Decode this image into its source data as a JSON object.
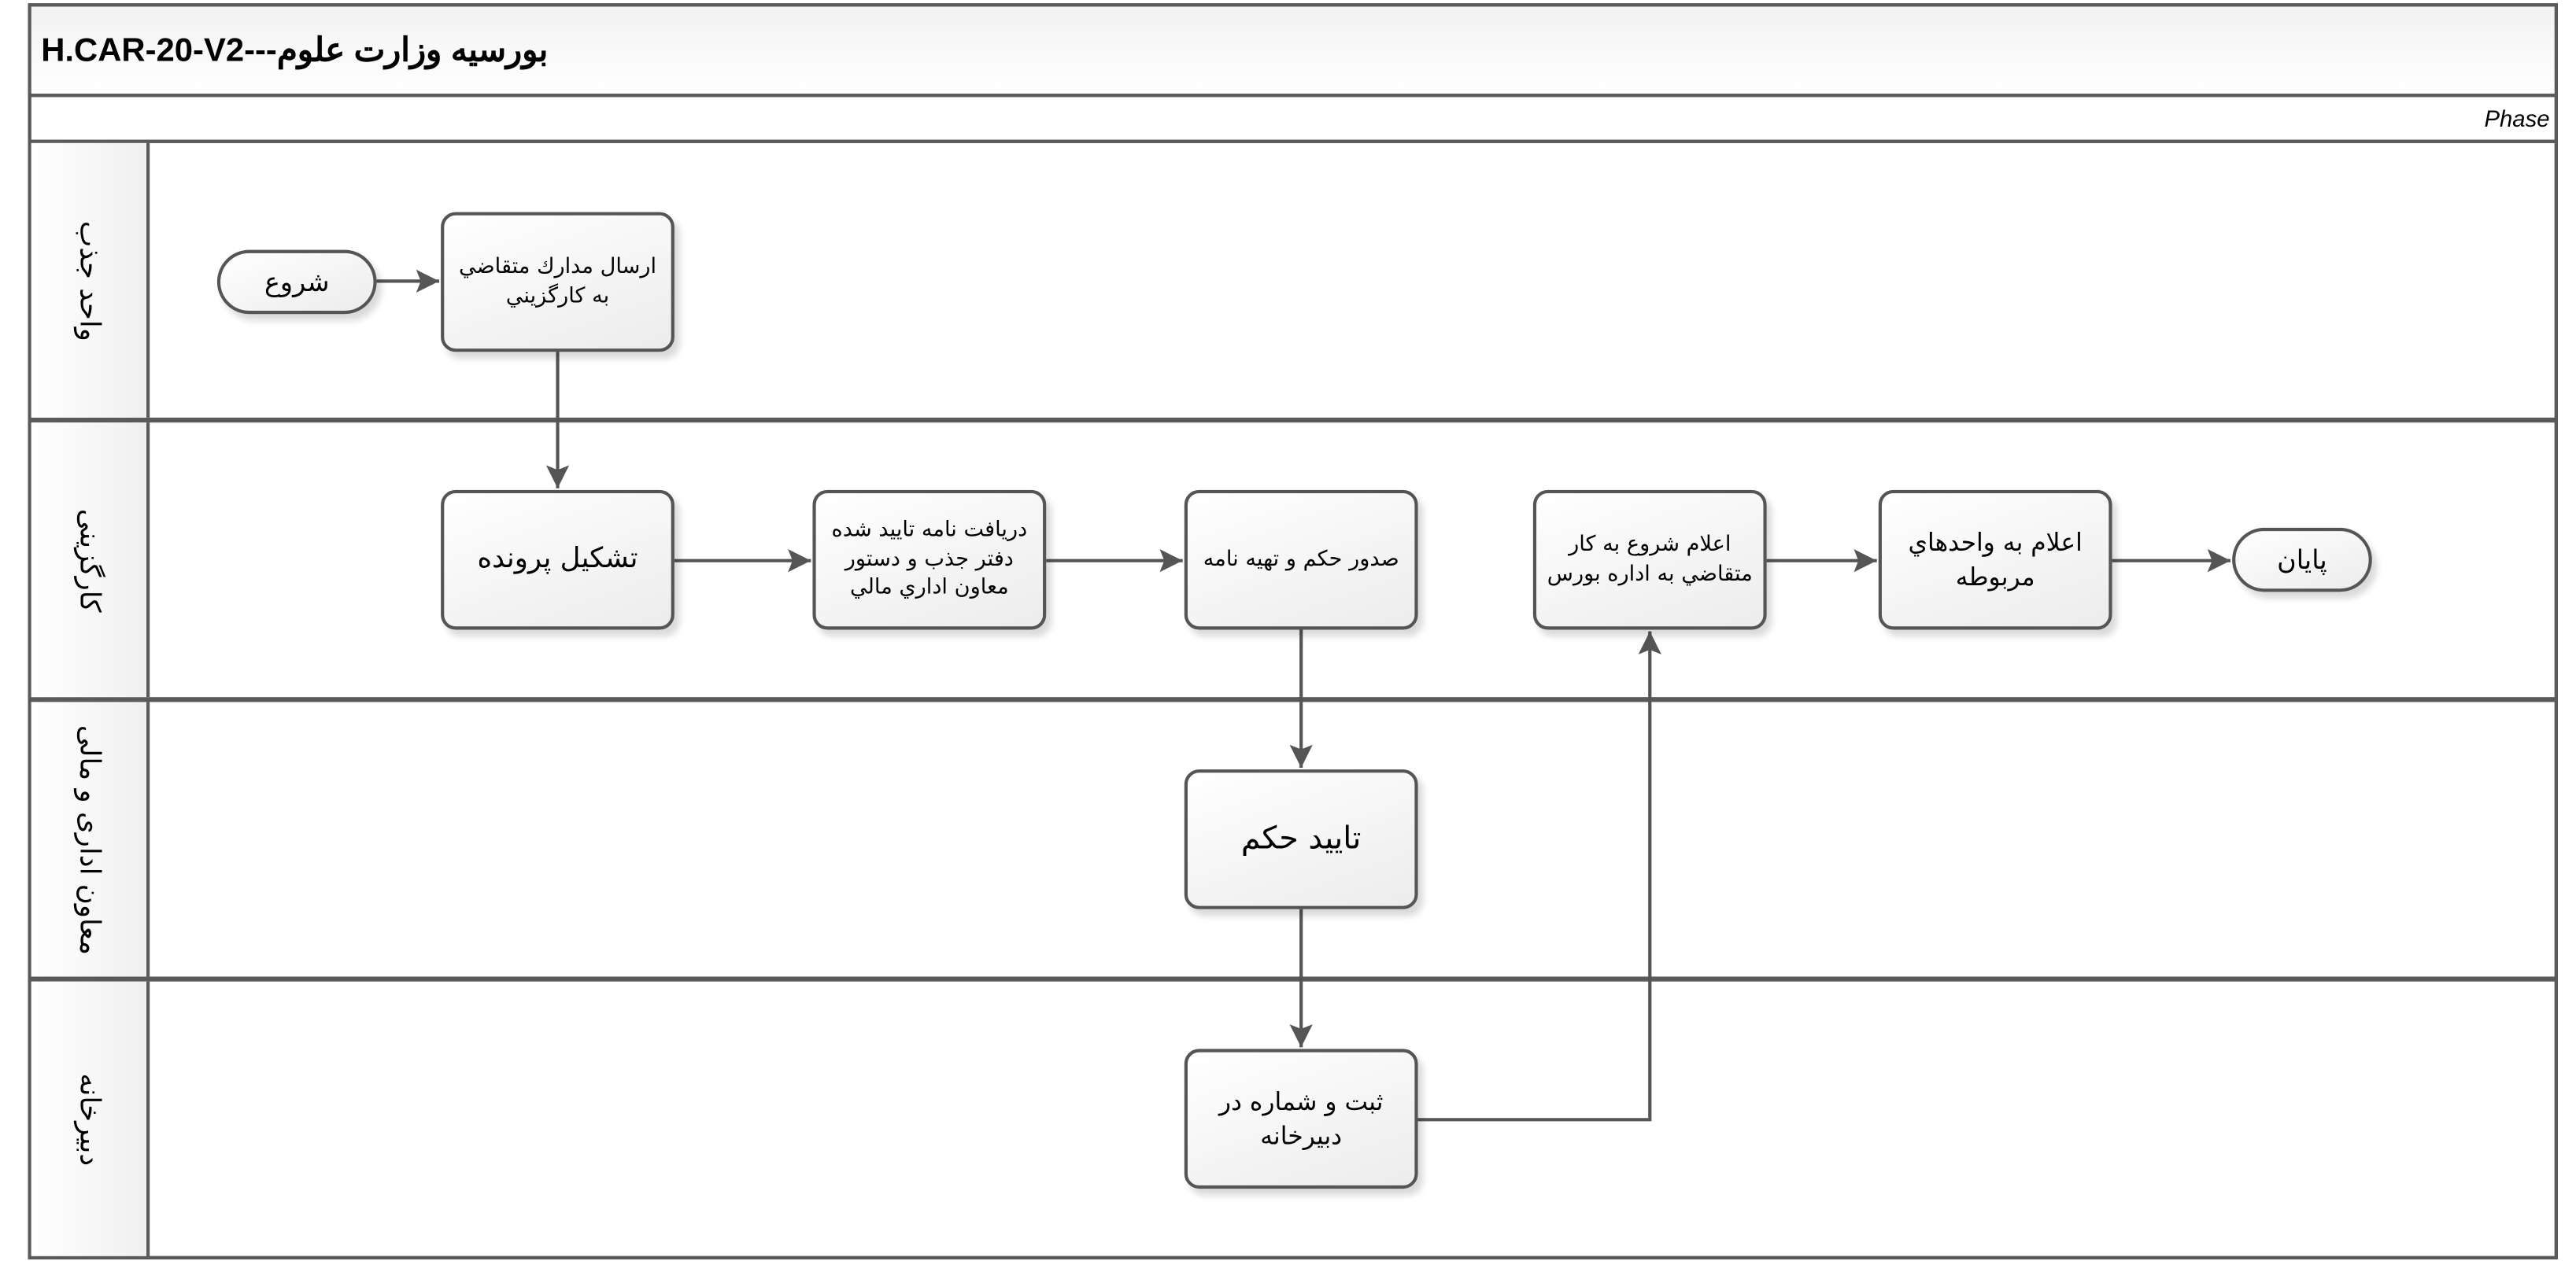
{
  "title": "H.CAR-20-V2---بورسیه وزارت علوم",
  "phase_label": "Phase",
  "lanes": [
    {
      "label": "واحد جذب"
    },
    {
      "label": "کارگزینی"
    },
    {
      "label": "معاون اداری و مالی"
    },
    {
      "label": "دبیرخانه"
    }
  ],
  "nodes": {
    "start": "شروع",
    "send_docs": "ارسال مدارك متقاضي به كارگزيني",
    "form_file": "تشکیل پرونده",
    "receive_letter": "دريافت نامه تاييد شده دفتر جذب و دستور معاون اداري مالي",
    "issue_decree": "صدور حكم  و تهيه نامه",
    "approve_decree": "تایید حکم",
    "register": "ثبت و شماره در دبیرخانه",
    "announce_start": "اعلام شروع به كار متقاضي به اداره بورس",
    "announce_units": "اعلام به واحدهاي مربوطه",
    "end": "پایان"
  },
  "colors": {
    "stroke": "#555555",
    "fill": "#f5f5f5"
  }
}
